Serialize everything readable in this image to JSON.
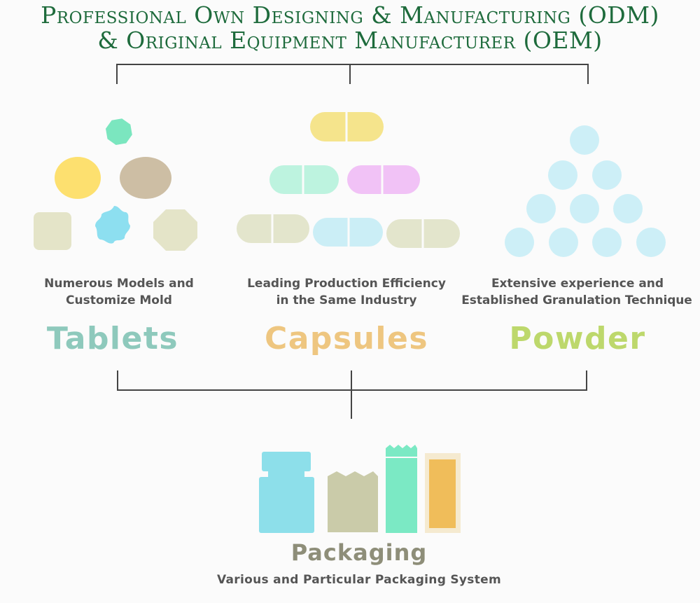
{
  "title": {
    "line1": "Professional Own Designing & Manufacturing (ODM)",
    "line2": "& Original Equipment Manufacturer (OEM)"
  },
  "categories": [
    {
      "name": "Tablets",
      "description_line1": "Numerous Models and",
      "description_line2": "Customize Mold",
      "color": "#8ec9bc"
    },
    {
      "name": "Capsules",
      "description_line1": "Leading Production Efficiency",
      "description_line2": "in the Same Industry",
      "color": "#eec680"
    },
    {
      "name": "Powder",
      "description_line1": "Extensive experience and",
      "description_line2": "Established Granulation Technique",
      "color": "#bdd86c"
    }
  ],
  "packaging": {
    "name": "Packaging",
    "description": "Various and Particular Packaging System"
  },
  "colors": {
    "title": "#1e6b3c",
    "connector": "#444444",
    "tablet_green": "#7be6bf",
    "tablet_yellow": "#fde06f",
    "tablet_brown": "#cdbea4",
    "tablet_beige": "#e4e4c8",
    "tablet_blue": "#8ddff0",
    "capsule_yellow": "#f5e48c",
    "capsule_mint": "#bdf3df",
    "capsule_pink": "#f1c2f6",
    "capsule_blue": "#cbeef6",
    "capsule_beige": "#e3e5cc",
    "powder_blue": "#cdeff7",
    "pack_blue": "#8ddfea",
    "pack_olive": "#cacba9",
    "pack_green": "#7be9c4",
    "pack_orange": "#f0bd5a"
  }
}
